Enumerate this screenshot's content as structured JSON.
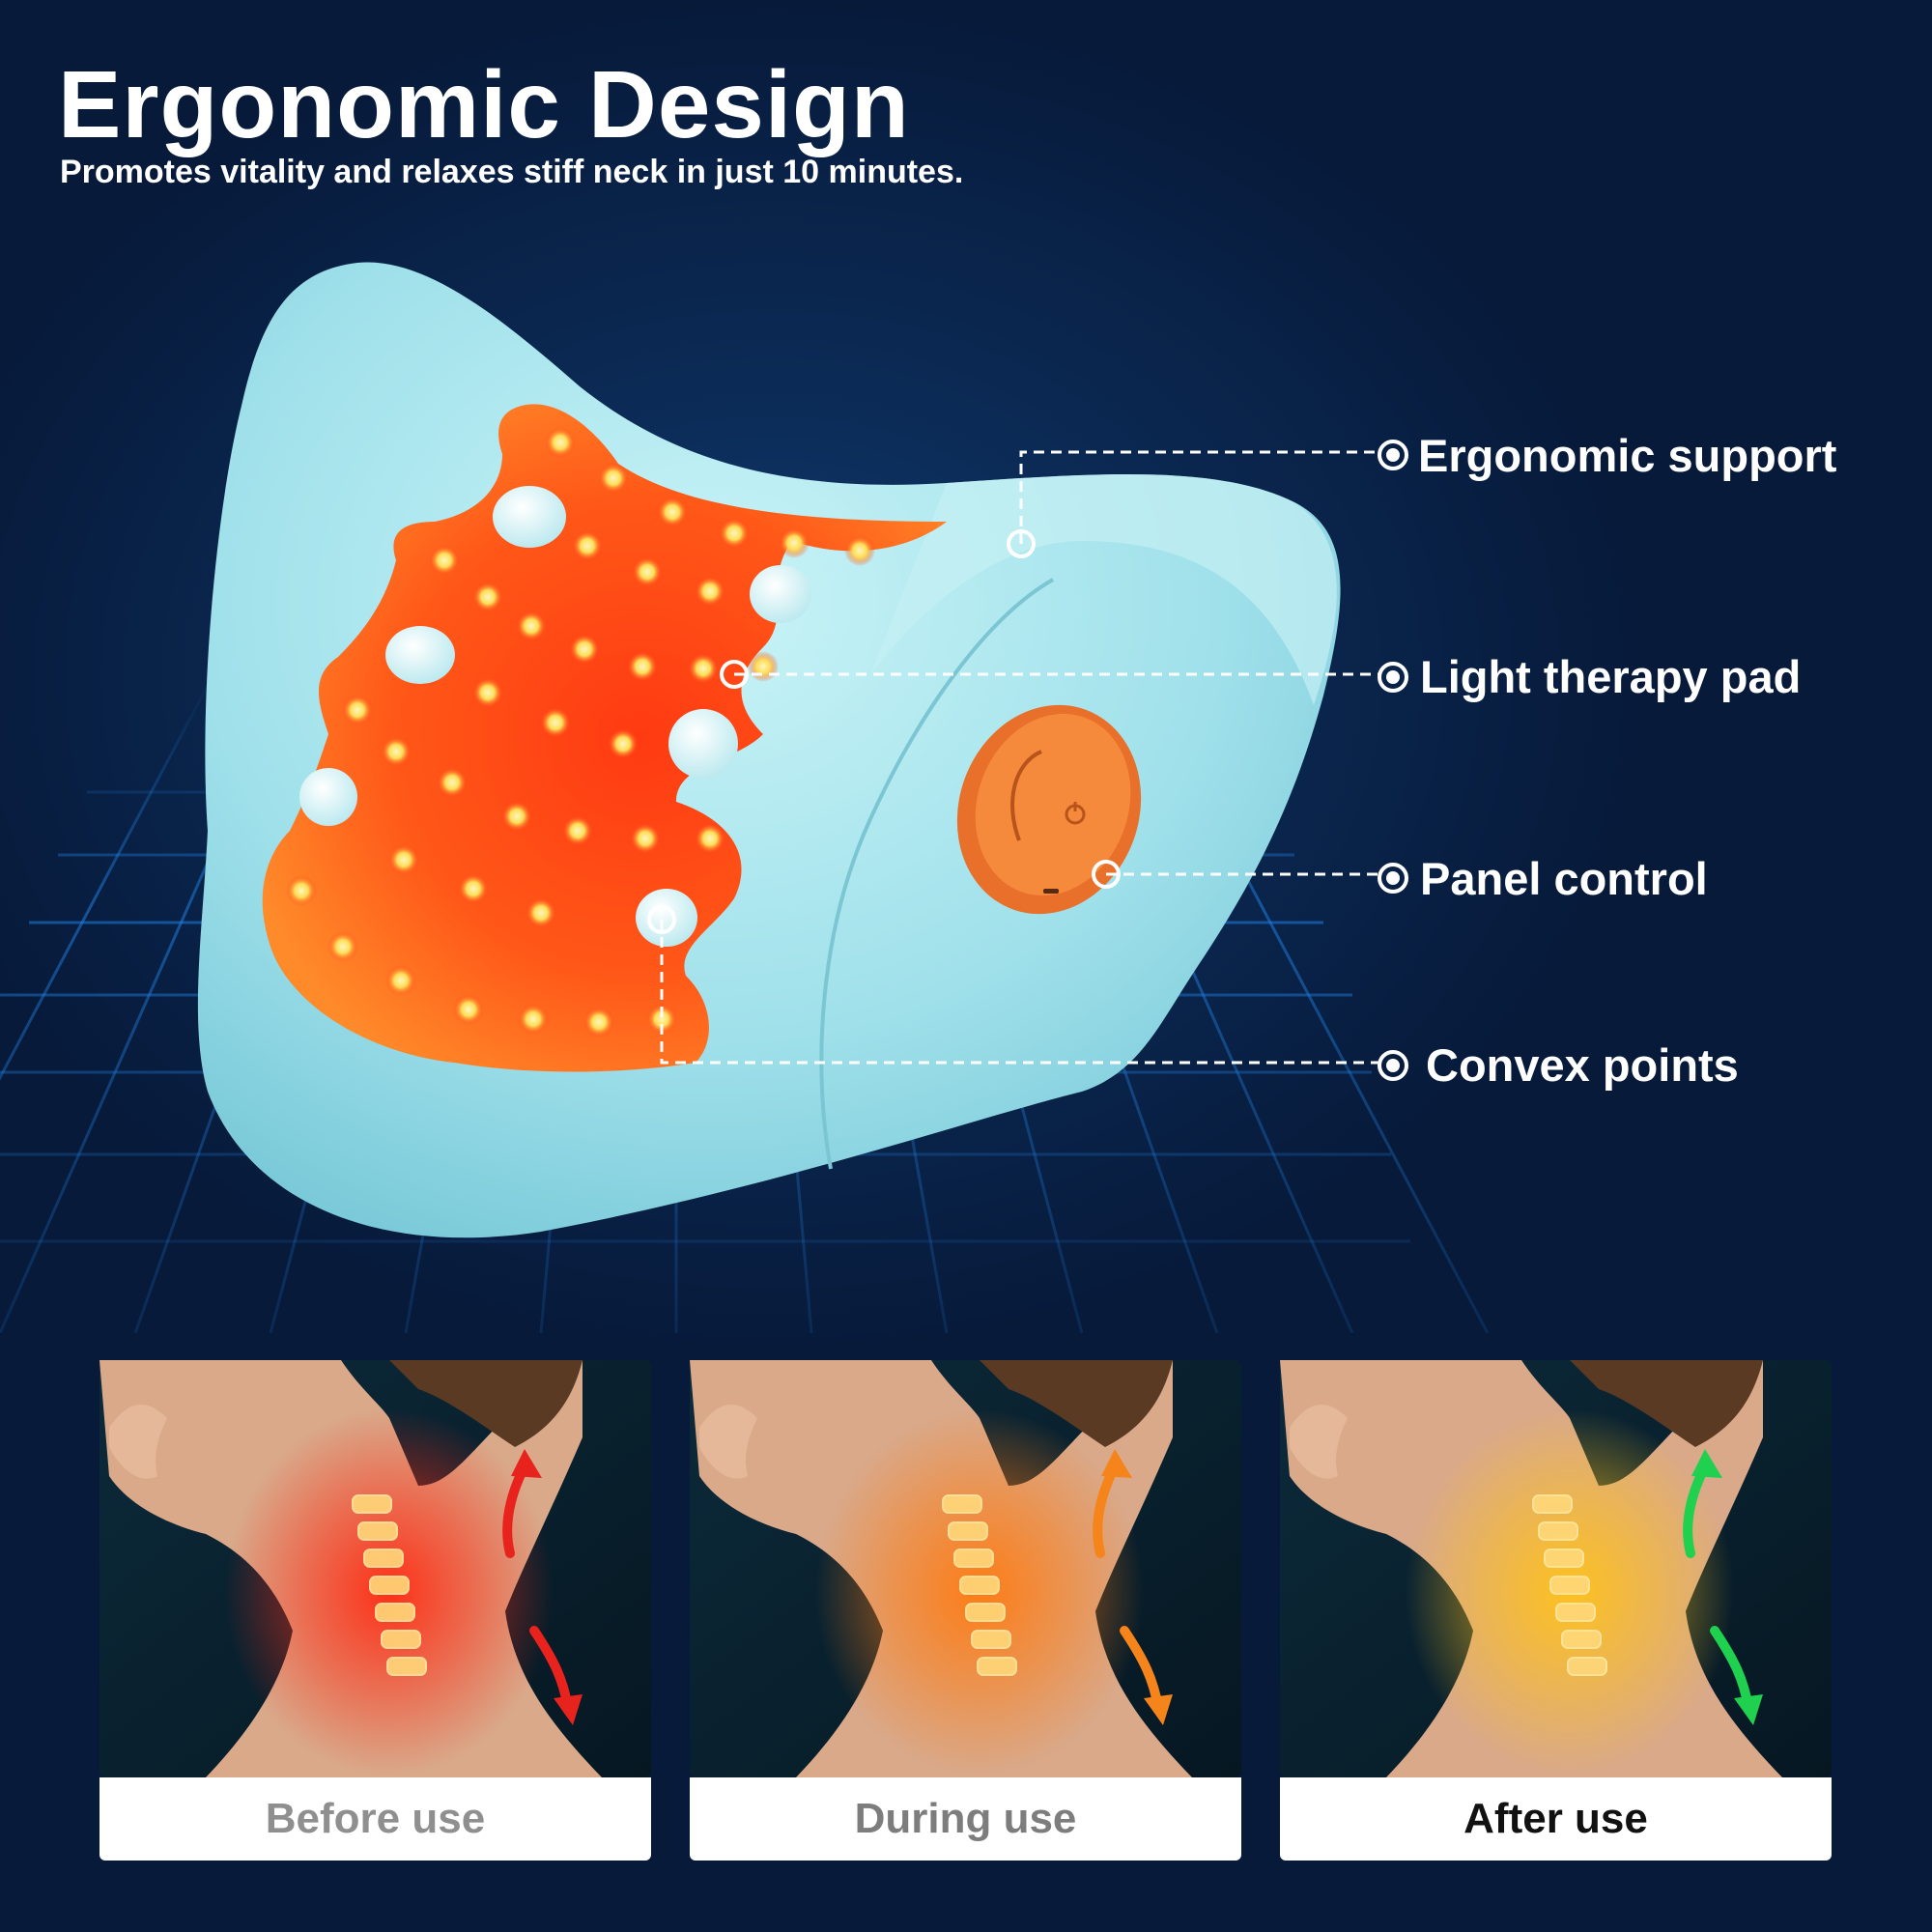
{
  "header": {
    "title": "Ergonomic Design",
    "subtitle": "Promotes vitality and relaxes stiff neck in just 10 minutes."
  },
  "callouts": [
    {
      "label": "Ergonomic support"
    },
    {
      "label": "Light therapy pad"
    },
    {
      "label": "Panel control"
    },
    {
      "label": "Convex points"
    }
  ],
  "panels": [
    {
      "caption": "Before use",
      "caption_color": "#8f8f8f",
      "glow_color": "#ff2a12",
      "arrow_color": "#e8231d"
    },
    {
      "caption": "During use",
      "caption_color": "#7d7d7d",
      "glow_color": "#ff7a10",
      "arrow_color": "#f5841a"
    },
    {
      "caption": "After use",
      "caption_color": "#111111",
      "glow_color": "#ffc21a",
      "arrow_color": "#1fd14f"
    }
  ],
  "colors": {
    "background": "#0b2a55",
    "product_body": "#a8e6ee",
    "heat_pad": "#ff6a1a",
    "control_button": "#f07a2c",
    "grid_lines": "#1f7fe0"
  },
  "icons": [
    "callout-target-icon",
    "power-icon"
  ]
}
